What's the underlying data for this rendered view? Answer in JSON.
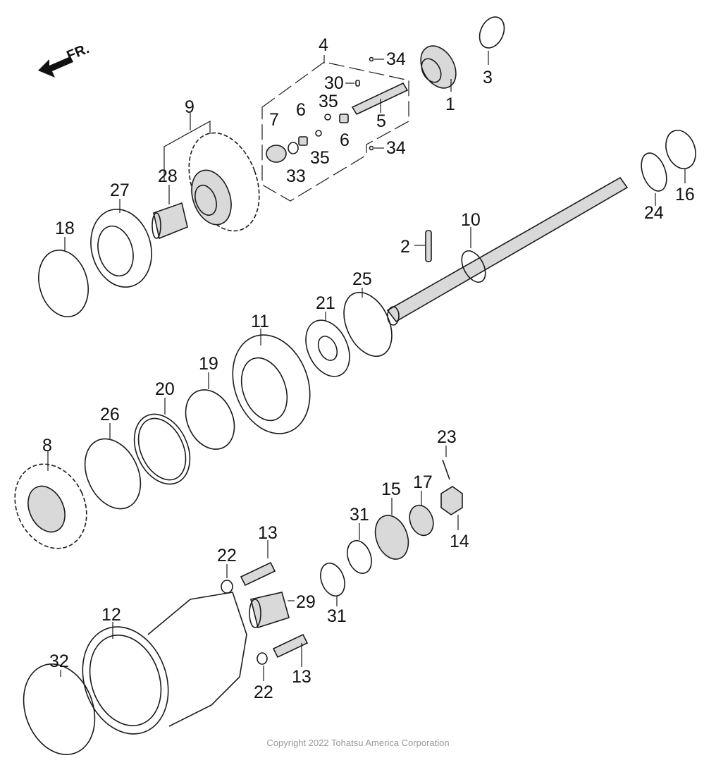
{
  "direction": {
    "label": "FR.",
    "icon": "front-arrow-icon"
  },
  "copyright": "Copyright 2022 Tohatsu America Corporation",
  "callouts": [
    "1",
    "2",
    "3",
    "4",
    "5",
    "6",
    "6",
    "7",
    "8",
    "9",
    "10",
    "11",
    "12",
    "13",
    "13",
    "14",
    "15",
    "16",
    "17",
    "18",
    "19",
    "20",
    "21",
    "22",
    "22",
    "23",
    "24",
    "25",
    "26",
    "27",
    "28",
    "29",
    "30",
    "31",
    "31",
    "32",
    "33",
    "34",
    "34",
    "35",
    "35"
  ],
  "colors": {
    "line": "#1a1a1a",
    "fill": "#d9d9d9",
    "copyright": "#9a9a9a"
  }
}
